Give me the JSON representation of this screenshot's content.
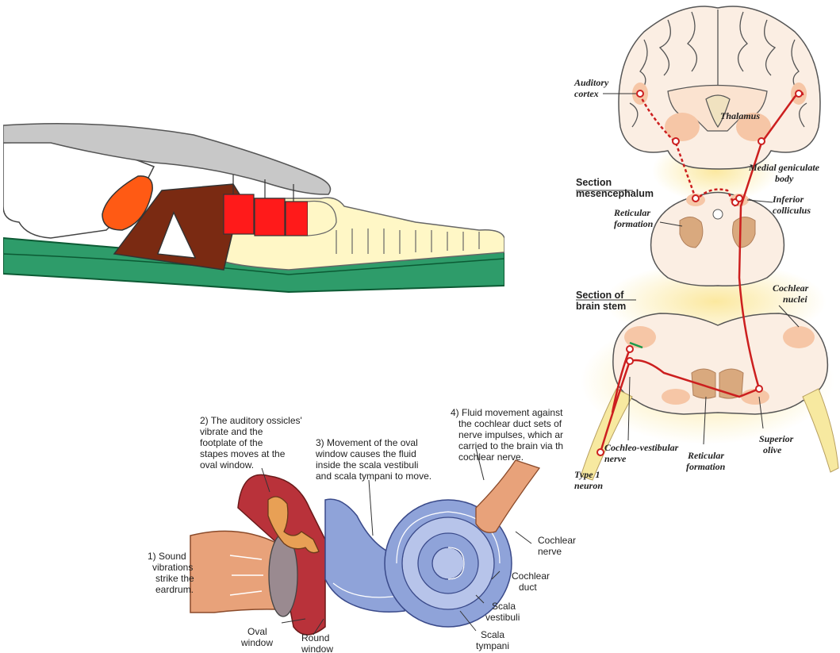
{
  "pathway": {
    "labels": {
      "auditory_cortex": [
        "Auditory",
        "cortex"
      ],
      "thalamus": "Thalamus",
      "medial_geniculate": [
        "Medial geniculate",
        "body"
      ],
      "section_mesencephalum": [
        "Section",
        "mesencephalum"
      ],
      "inferior_colliculus": [
        "Inferior",
        "colliculus"
      ],
      "reticular_formation_top": [
        "Reticular",
        "formation"
      ],
      "section_brain_stem": [
        "Section of",
        "brain stem"
      ],
      "cochlear_nuclei": [
        "Cochlear",
        "nuclei"
      ],
      "cochleo_vestibular": [
        "Cochleo-vestibular",
        "nerve"
      ],
      "reticular_formation_bottom": [
        "Reticular",
        "formation"
      ],
      "superior_olive": [
        "Superior",
        "olive"
      ],
      "type1_neuron": [
        "Type 1",
        "neuron"
      ]
    },
    "colors": {
      "pathway": "#cc1f1f",
      "nucleus": "#f6c6a6",
      "glow": "#fbe79a",
      "tissue": "#fbeee3"
    }
  },
  "ear": {
    "steps": {
      "s1": [
        "1) Sound",
        "vibrations",
        "strike the",
        "eardrum."
      ],
      "s2": [
        "2) The auditory ossicles'",
        "vibrate and the",
        "footplate of the",
        "stapes moves at the",
        "oval window."
      ],
      "s3": [
        "3) Movement of the oval",
        "window causes the fluid",
        "inside the scala vestibuli",
        "and scala tympani to move."
      ],
      "s4": [
        "4) Fluid movement against",
        "the cochlear duct sets of",
        "nerve impulses, which ar",
        "carried to the brain via th",
        "cochlear nerve."
      ]
    },
    "labels": {
      "cochlear_nerve": [
        "Cochlear",
        "nerve"
      ],
      "cochlear_duct": [
        "Cochlear",
        "duct"
      ],
      "scala_vestibuli": [
        "Scala",
        "vestibuli"
      ],
      "scala_tympani": [
        "Scala",
        "tympani"
      ],
      "oval_window": [
        "Oval",
        "window"
      ],
      "round_window": [
        "Round",
        "window"
      ]
    },
    "colors": {
      "cochlea": "#8fa3d9",
      "canal": "#e8a27a",
      "middle_ear": "#b9323a"
    }
  },
  "organ_of_corti": {
    "colors": {
      "tectorial": "#c8c8c8",
      "basilar": "#2e9c6a",
      "hair_cells": "#ff1a1a",
      "pillar": "#7a2a12",
      "hensen": "#ff5a14",
      "support": "#fff7c6"
    }
  }
}
